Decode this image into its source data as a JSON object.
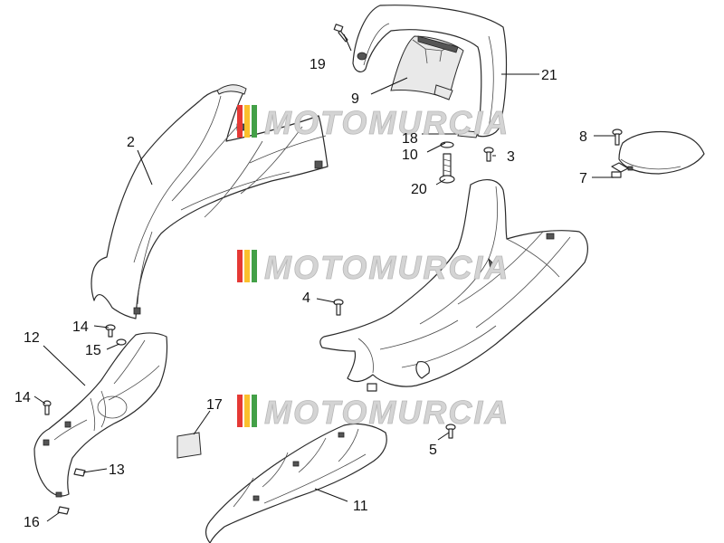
{
  "watermark": {
    "brand": "MOTOMURCIA",
    "stripe_colors": [
      "#e53935",
      "#fbc02d",
      "#43a047"
    ]
  },
  "callouts": {
    "c2": "2",
    "c3": "3",
    "c4": "4",
    "c5": "5",
    "c7": "7",
    "c8": "8",
    "c9": "9",
    "c10": "10",
    "c11": "11",
    "c12": "12",
    "c13": "13",
    "c14a": "14",
    "c14b": "14",
    "c15": "15",
    "c16": "16",
    "c17": "17",
    "c18": "18",
    "c19": "19",
    "c20": "20",
    "c21": "21"
  }
}
